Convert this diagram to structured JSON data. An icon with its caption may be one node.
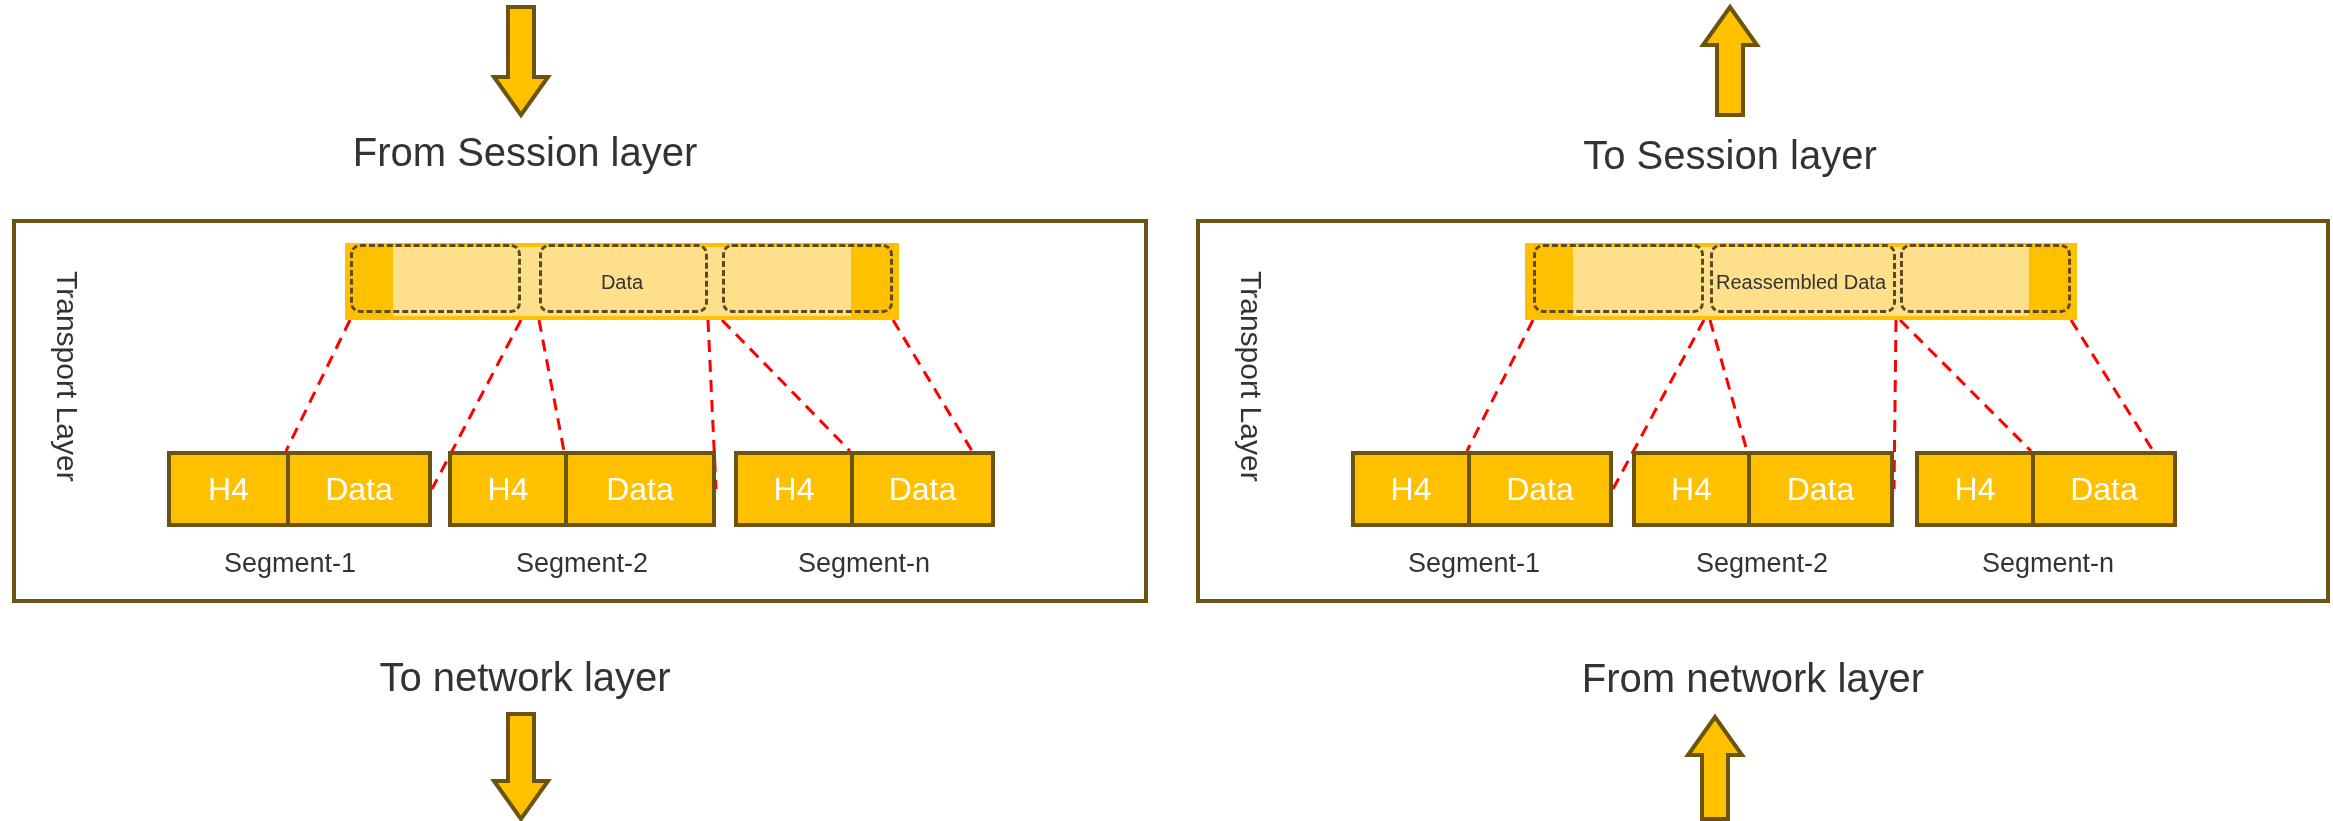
{
  "diagram": {
    "nodes": [
      {
        "text": [
          "From Session layer"
        ]
      },
      {
        "text": [
          "Transport Layer"
        ]
      },
      {
        "text": [
          "Data"
        ],
        "in": 1
      },
      {
        "text": [
          "H4"
        ],
        "in": 1
      },
      {
        "text": [
          "Data"
        ],
        "in": 1
      },
      {
        "text": [
          "H4"
        ],
        "in": 1
      },
      {
        "text": [
          "Data"
        ],
        "in": 1
      },
      {
        "text": [
          "H4"
        ],
        "in": 1
      },
      {
        "text": [
          "Data"
        ],
        "in": 1
      },
      {
        "text": [
          "To network layer"
        ]
      },
      {
        "text": [
          "To Session layer"
        ]
      },
      {
        "text": [
          "Transport Layer"
        ]
      },
      {
        "text": [
          "Reassembled Data"
        ],
        "in": 11
      },
      {
        "text": [
          "H4"
        ],
        "in": 11
      },
      {
        "text": [
          "Data"
        ],
        "in": 11
      },
      {
        "text": [
          "H4"
        ],
        "in": 11
      },
      {
        "text": [
          "Data"
        ],
        "in": 11
      },
      {
        "text": [
          "H4"
        ],
        "in": 11
      },
      {
        "text": [
          "Data"
        ],
        "in": 11
      },
      {
        "text": [
          "From network layer"
        ]
      }
    ],
    "edges": [
      {
        "from": null,
        "to": 0,
        "arrow": "to",
        "style": "thick",
        "color": "#ffc000"
      },
      {
        "from": 2,
        "to": 4,
        "arrow": "none",
        "style": "dashed"
      },
      {
        "from": 2,
        "to": 4,
        "arrow": "none",
        "style": "dashed"
      },
      {
        "from": 2,
        "to": 6,
        "arrow": "none",
        "style": "dashed"
      },
      {
        "from": 2,
        "to": 6,
        "arrow": "none",
        "style": "dashed"
      },
      {
        "from": 2,
        "to": 8,
        "arrow": "none",
        "style": "dashed"
      },
      {
        "from": 2,
        "to": 8,
        "arrow": "none",
        "style": "dashed"
      },
      {
        "from": 9,
        "to": null,
        "arrow": "to",
        "style": "thick",
        "color": "#ffc000"
      },
      {
        "from": 10,
        "to": null,
        "arrow": "to",
        "style": "thick",
        "color": "#ffc000"
      },
      {
        "from": 12,
        "to": 14,
        "arrow": "none",
        "style": "dashed"
      },
      {
        "from": 12,
        "to": 14,
        "arrow": "none",
        "style": "dashed"
      },
      {
        "from": 12,
        "to": 16,
        "arrow": "none",
        "style": "dashed"
      },
      {
        "from": 12,
        "to": 16,
        "arrow": "none",
        "style": "dashed"
      },
      {
        "from": 12,
        "to": 18,
        "arrow": "none",
        "style": "dashed"
      },
      {
        "from": 12,
        "to": 18,
        "arrow": "none",
        "style": "dashed"
      },
      {
        "from": null,
        "to": 19,
        "arrow": "to",
        "style": "thick",
        "color": "#ffc000"
      }
    ],
    "labels": [
      "Segment-1",
      "Segment-2",
      "Segment-n",
      "Segment-1",
      "Segment-2",
      "Segment-n"
    ]
  }
}
